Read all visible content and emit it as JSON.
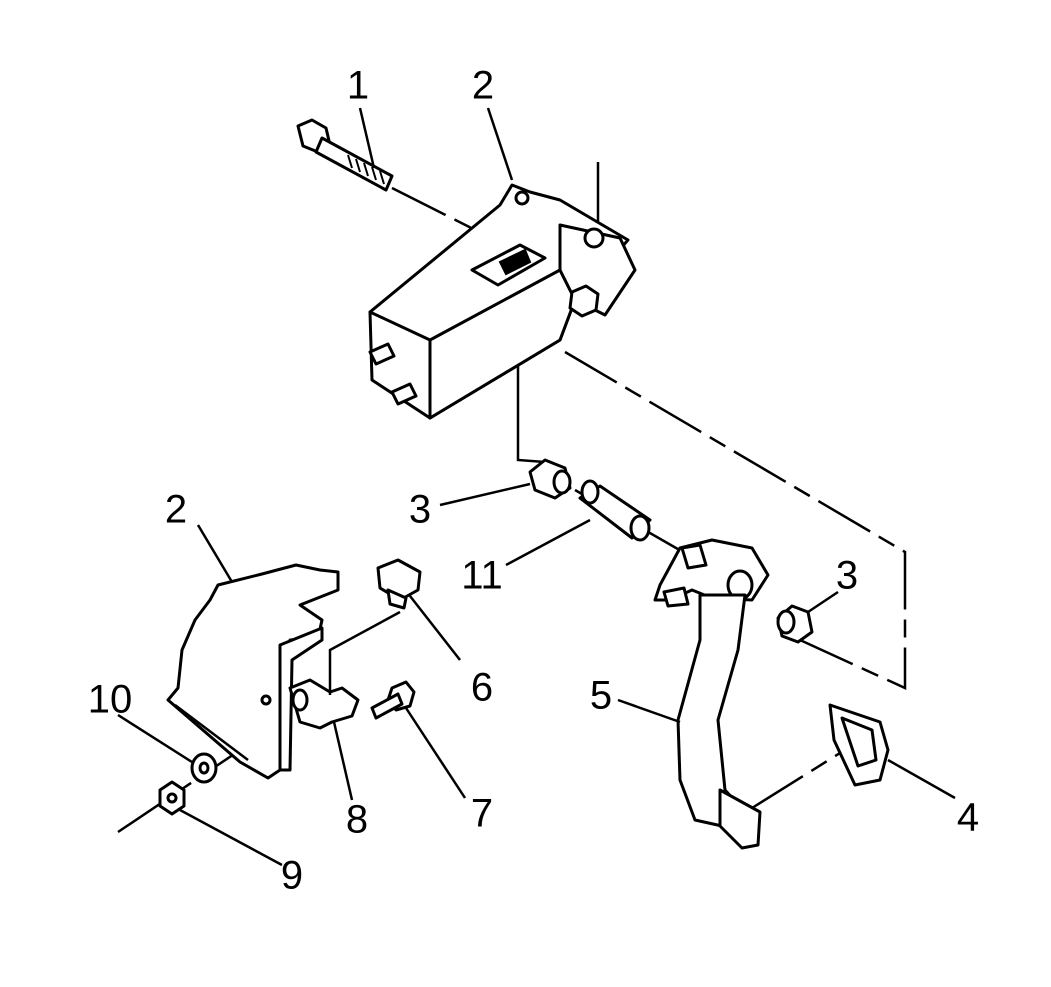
{
  "callouts": {
    "c1": "1",
    "c2_top": "2",
    "c2_left": "2",
    "c3_left": "3",
    "c3_right": "3",
    "c4": "4",
    "c5": "5",
    "c6": "6",
    "c7": "7",
    "c8": "8",
    "c9": "9",
    "c10": "10",
    "c11": "11"
  },
  "colors": {
    "line": "#000000",
    "background": "#ffffff"
  }
}
